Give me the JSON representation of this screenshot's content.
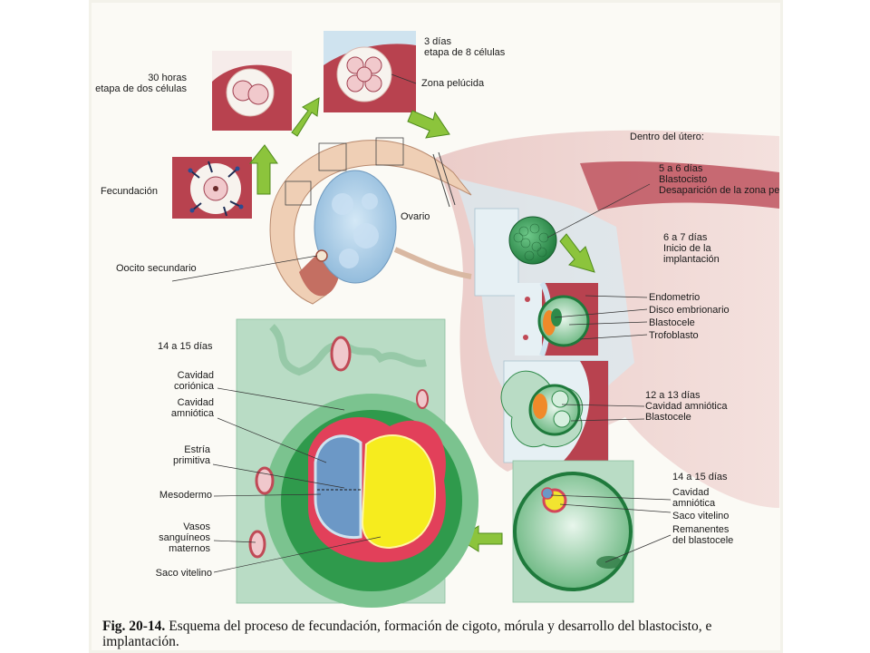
{
  "labels": {
    "t30h": "30 horas\netapa de dos células",
    "t3d": "3 días\netapa de 8 células",
    "zona": "Zona pelúcida",
    "fecund": "Fecundación",
    "ovario": "Ovario",
    "oocito": "Oocito secundario",
    "dentro": "Dentro del útero:",
    "t5d": "5 a 6 días\nBlastocisto\nDesaparición de la zona pe",
    "t6d": "6 a 7 días\nInicio de la\nimplantación",
    "endometrio": "Endometrio",
    "disco": "Disco embrionario",
    "blastocele1": "Blastocele",
    "trofo": "Trofoblasto",
    "t12d": "12 a 13 días\nCavidad amniótica\nBlastocele",
    "t14a": "14 a 15 días",
    "cav_cor": "Cavidad\ncoriónica",
    "cav_amn": "Cavidad\namniótica",
    "estria": "Estría\nprimitiva",
    "mesodermo": "Mesodermo",
    "vasos": "Vasos\nsanguíneos\nmaternos",
    "saco": "Saco vitelino",
    "t14b": "14 a 15 días",
    "cav_amn2": "Cavidad\namniótica",
    "saco2": "Saco vitelino",
    "reman": "Remanentes\ndel blastocele"
  },
  "caption": {
    "fig": "Fig. 20-14.",
    "text": " Esquema del proceso de fecundación, formación de cigoto, mórula y desarrollo del blastocisto, e implantación."
  }
}
